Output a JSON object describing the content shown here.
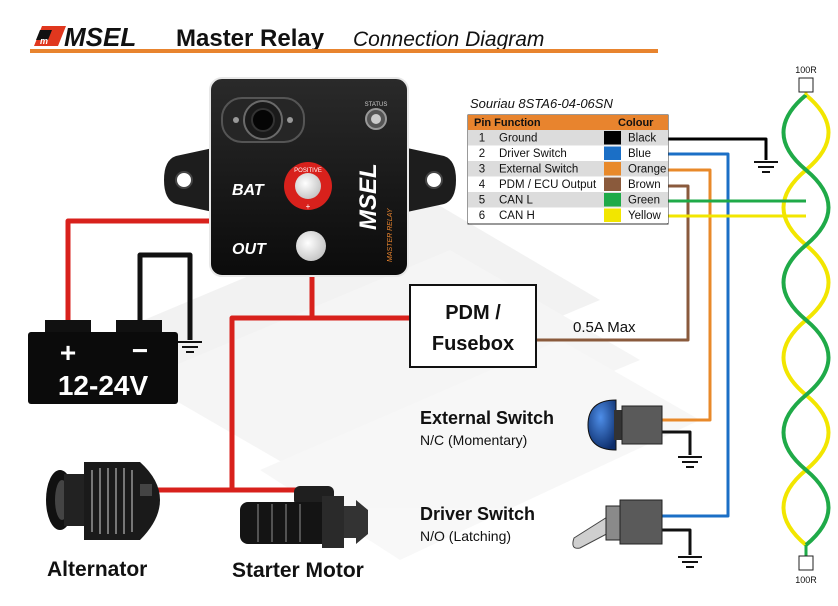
{
  "header": {
    "logo_text": "MSEL",
    "title": "Master Relay",
    "subtitle": "Connection Diagram"
  },
  "relay": {
    "logo_text": "MSEL",
    "product_name": "MASTER RELAY",
    "status_label": "STATUS",
    "bat_label": "BAT",
    "out_label": "OUT",
    "positive_label": "POSITIVE",
    "plus_sign": "+"
  },
  "connector": {
    "part_number": "Souriau 8STA6-04-06SN",
    "header_pin_function": "Pin Function",
    "header_colour": "Colour",
    "pins": [
      {
        "num": "1",
        "function": "Ground",
        "colour_name": "Black",
        "colour": "#000000"
      },
      {
        "num": "2",
        "function": "Driver Switch",
        "colour_name": "Blue",
        "colour": "#1b6fc6"
      },
      {
        "num": "3",
        "function": "External Switch",
        "colour_name": "Orange",
        "colour": "#e8892a"
      },
      {
        "num": "4",
        "function": "PDM / ECU Output",
        "colour_name": "Brown",
        "colour": "#8a5a3c"
      },
      {
        "num": "5",
        "function": "CAN L",
        "colour_name": "Green",
        "colour": "#1faa48"
      },
      {
        "num": "6",
        "function": "CAN H",
        "colour_name": "Yellow",
        "colour": "#f2e600"
      }
    ]
  },
  "battery": {
    "voltage": "12-24V",
    "plus": "+",
    "minus": "−"
  },
  "pdm": {
    "line1": "PDM /",
    "line2": "Fusebox",
    "max_current": "0.5A Max"
  },
  "external_switch": {
    "title": "External Switch",
    "subtitle": "N/C (Momentary)"
  },
  "driver_switch": {
    "title": "Driver Switch",
    "subtitle": "N/O (Latching)"
  },
  "alternator": {
    "label": "Alternator"
  },
  "starter": {
    "label": "Starter Motor"
  },
  "can_bus": {
    "top_resistor": "100R",
    "bottom_resistor": "100R"
  },
  "colors": {
    "wire_red": "#d8211c",
    "accent_orange": "#e8842e",
    "relay_body": "#161616"
  }
}
